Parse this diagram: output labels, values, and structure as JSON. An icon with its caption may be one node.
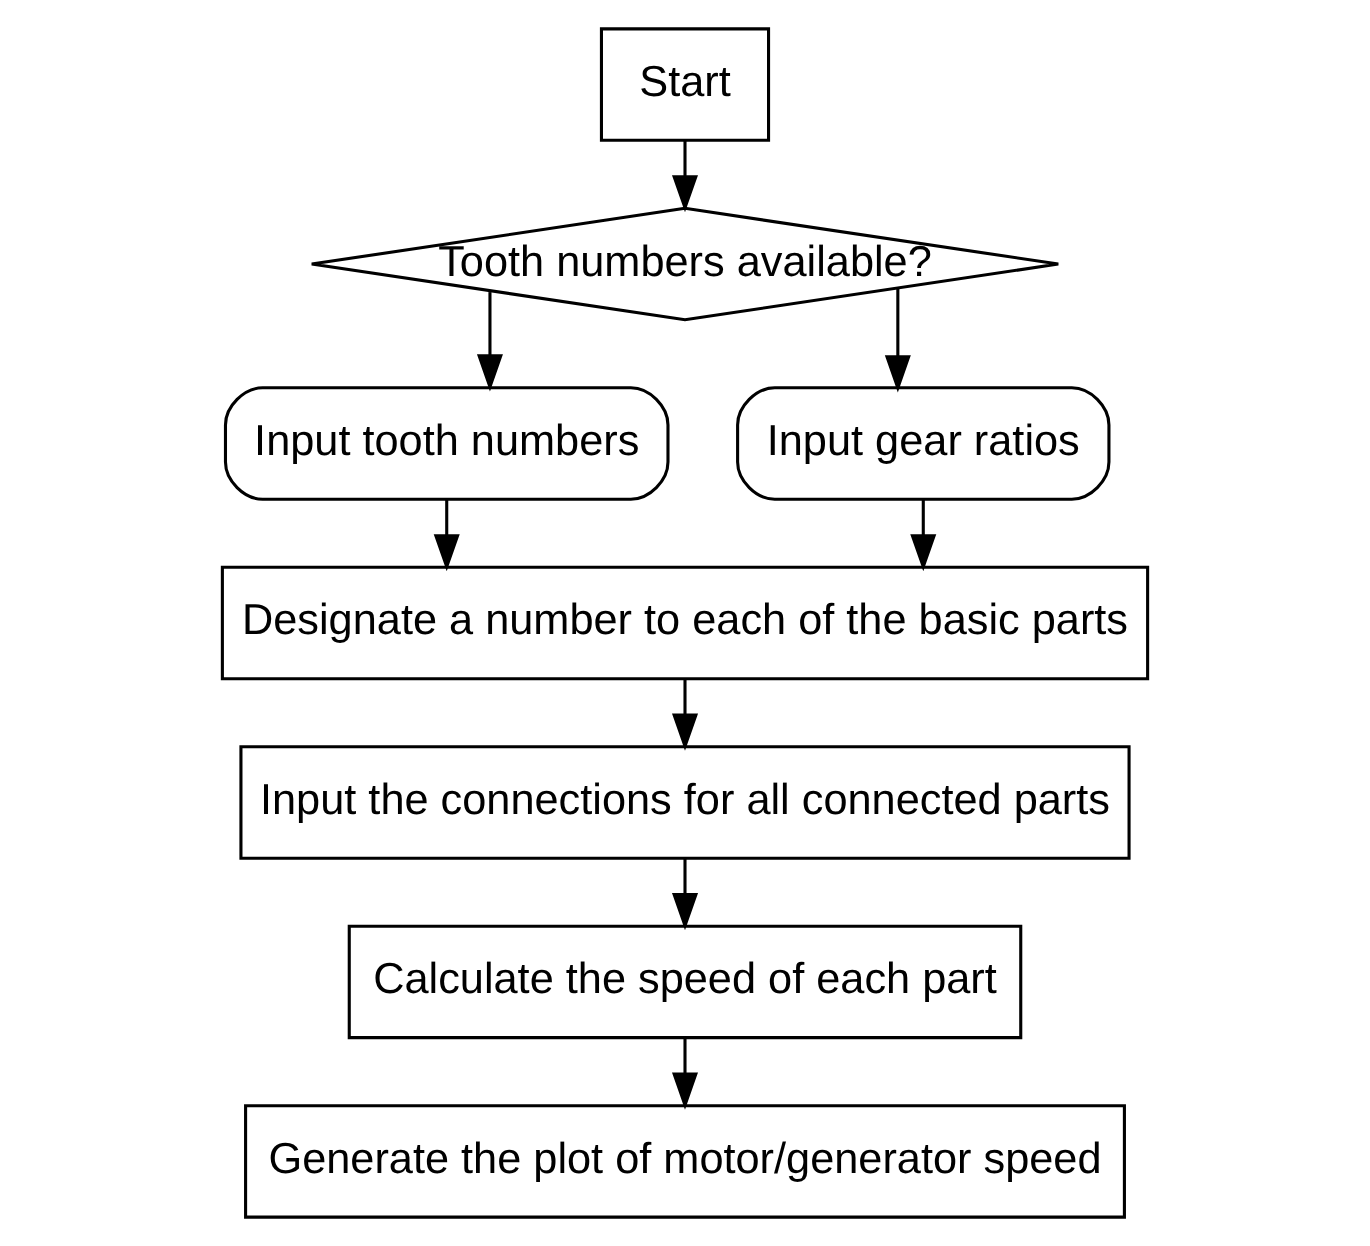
{
  "diagram": {
    "nodes": [
      {
        "text": [
          "Start"
        ]
      },
      {
        "text": [
          "Tooth numbers available?"
        ]
      },
      {
        "text": [
          "Input tooth numbers"
        ]
      },
      {
        "text": [
          "Input gear ratios"
        ]
      },
      {
        "text": [
          "Designate a number to each of the basic parts"
        ]
      },
      {
        "text": [
          "Input the connections for all connected parts"
        ]
      },
      {
        "text": [
          "Calculate the speed of each part"
        ]
      },
      {
        "text": [
          "Generate the plot of motor/generator speed"
        ]
      }
    ],
    "edges": [
      {
        "from": 0,
        "to": 1,
        "arrow": "to"
      },
      {
        "from": 1,
        "to": 2,
        "arrow": "to"
      },
      {
        "from": 1,
        "to": 3,
        "arrow": "to"
      },
      {
        "from": 2,
        "to": 4,
        "arrow": "to"
      },
      {
        "from": 3,
        "to": 4,
        "arrow": "to"
      },
      {
        "from": 4,
        "to": 5,
        "arrow": "to"
      },
      {
        "from": 5,
        "to": 6,
        "arrow": "to"
      },
      {
        "from": 6,
        "to": 7,
        "arrow": "to"
      }
    ]
  }
}
